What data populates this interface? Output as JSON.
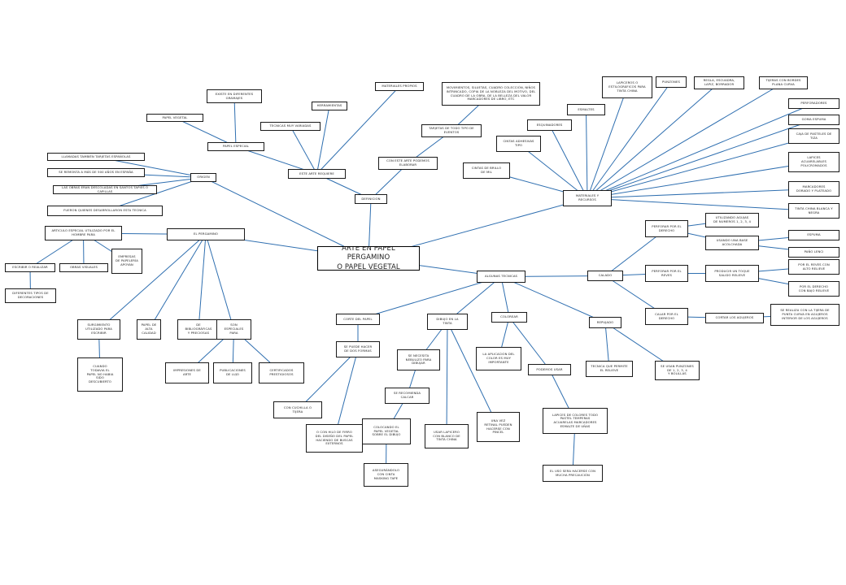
{
  "colors": {
    "link": "#2f6fb0",
    "border": "#1a1a1a",
    "background": "#ffffff"
  },
  "nodes": [
    {
      "id": "root",
      "label": "ARTE EN PAPEL PERGAMINO\nO PAPEL VEGETAL"
    },
    {
      "id": "origen",
      "label": "ORIGEN"
    },
    {
      "id": "o1",
      "label": "LLAMADAS TAMBIÉN TARJETAS ESPAÑOLAS"
    },
    {
      "id": "o2",
      "label": "SE REMONTA A MÁS DE 500 AÑOS EN ESPAÑA"
    },
    {
      "id": "o3",
      "label": "LAS OBRAS ERAN DESCOLADAS EN SANTOS TAPIES O CAPILLAS"
    },
    {
      "id": "o4",
      "label": "FUERON QUIENES DESARROLLARON ESTA TECNICA"
    },
    {
      "id": "papel_esp",
      "label": "PAPEL ESPECIAL"
    },
    {
      "id": "pe1",
      "label": "EXISTE EN DIFERENTES GRAMAJES"
    },
    {
      "id": "pe2",
      "label": "PAPEL VEGETAL"
    },
    {
      "id": "arte_req",
      "label": "ESTE ARTE REQUIERE"
    },
    {
      "id": "herram",
      "label": "HERRAMIENTAS"
    },
    {
      "id": "tecnicas",
      "label": "TECNICAS MUY VARIADAS"
    },
    {
      "id": "materiales_prop",
      "label": "MATERIALES PROPIOS"
    },
    {
      "id": "definicion",
      "label": "DEFINICION"
    },
    {
      "id": "d1",
      "label": "CON ESTE ARTE PODEMOS ELABORAR"
    },
    {
      "id": "d2",
      "label": "TARJETAS DE TODO TIPO DE EVENTOS"
    },
    {
      "id": "d3",
      "label": "MOVIMIENTOS, SILUETAS, CUADRO COLECCIÓN, NIÑOS\nINTRINCADO, COPIA DE LA NOBLEZA DEL MOTIVO, DEL\nCUADRO DE LA OBRA, DE LA BELLEZA DEL VALOR\nMARCADORES DE LIBRO, ETC"
    },
    {
      "id": "pergamino",
      "label": "EL PERGAMINO"
    },
    {
      "id": "p_art",
      "label": "ARTICULO ESPECIAL UTILIZADO POR EL\nHOMBRE PARA"
    },
    {
      "id": "p_escribir",
      "label": "ESCRIBIR O REALIZAR"
    },
    {
      "id": "p_obras",
      "label": "OBRAS VISUALES"
    },
    {
      "id": "p_dif",
      "label": "DIFERENTES TIPOS DE\nDECORACIONES"
    },
    {
      "id": "p_empresas",
      "label": "EMPRESAS\nDE PAPELERÍA\nAPOYAN"
    },
    {
      "id": "p_surgimiento",
      "label": "SURGIMIENTO\nUTILIZADO PARA\nESCRIBIR"
    },
    {
      "id": "p_cuando",
      "label": "CUANDO\nTODAVIA EL\nPAPEL NO HABIA\nSIDO\nDESCUBIERTO"
    },
    {
      "id": "p_papel_alta",
      "label": "PAPEL DE\nALTA\nCALIDAD"
    },
    {
      "id": "p_bibliograficas",
      "label": "DE\nBIBLIOGRÁFICAS\nY PRECIOSAS"
    },
    {
      "id": "p_especiales",
      "label": "SON\nESPECIALES\nPARA"
    },
    {
      "id": "p_impresiones",
      "label": "IMPRESIONES DE\nARTE"
    },
    {
      "id": "p_publicaciones",
      "label": "PUBLICACIONES\nDE LUJO"
    },
    {
      "id": "p_certificados",
      "label": "CERTIFICADOS\nPRESTIGIOSOS"
    },
    {
      "id": "mat_rec",
      "label": "MATERIALES Y\nRECURSOS"
    },
    {
      "id": "m_esquinadores",
      "label": "ESQUINADORES"
    },
    {
      "id": "m_esmaltes",
      "label": "ESMALTES"
    },
    {
      "id": "m_lapiceros",
      "label": "LAPICEROS O\nESTILOGRÁFICOS PARA\nTINTA CHINA"
    },
    {
      "id": "m_punzones",
      "label": "PUNZONES"
    },
    {
      "id": "m_regla",
      "label": "REGLA, ESCUADRA,\nLAPIZ, BORRADOR"
    },
    {
      "id": "m_tijeras",
      "label": "TIJERAS CON BORDES\nPLANA CURVA"
    },
    {
      "id": "m_perforadores",
      "label": "PERFORADORES"
    },
    {
      "id": "m_gomafoam",
      "label": "GOMA ESPUMA"
    },
    {
      "id": "m_cajas",
      "label": "CAJA DE PASTELES DE\nTIZA"
    },
    {
      "id": "m_lapices_acu",
      "label": "LAPICES\nACUARELABLES\nPOLICROMADOS"
    },
    {
      "id": "m_marcadores",
      "label": "MARCADORES\nDORADO Y PLATEADO"
    },
    {
      "id": "m_tinta",
      "label": "TINTA CHINA BLANCA Y\nNEGRA"
    },
    {
      "id": "m_cintas",
      "label": "CINTAS ADHESIVAS\nTIPO"
    },
    {
      "id": "m_cintas2",
      "label": "CINTAS DE BRILLO\nDE MIL"
    },
    {
      "id": "algunas",
      "label": "ALGUNAS TECNICAS"
    },
    {
      "id": "calado",
      "label": "CALADO"
    },
    {
      "id": "c1",
      "label": "PERFORAR POR EL\nDERECHO"
    },
    {
      "id": "c1a",
      "label": "UTILIZANDO AGUJAS\nDE NUMEROS 1, 2, 3, 4"
    },
    {
      "id": "c1b",
      "label": "USANDO UNA BASE\nACOLCHADA"
    },
    {
      "id": "c1b1",
      "label": "ESPUMA"
    },
    {
      "id": "c1b2",
      "label": "PAÑO LENCI"
    },
    {
      "id": "c2",
      "label": "PERFORAR POR EL\nREVES"
    },
    {
      "id": "c2a",
      "label": "PRODUCIR UN TOQUE\nSALIDO RELIEVE"
    },
    {
      "id": "c2a1",
      "label": "POR EL REVES CON\nALTO RELIEVE"
    },
    {
      "id": "c2a2",
      "label": "POR EL DERECHO\nCON BAJO RELIEVE"
    },
    {
      "id": "c3",
      "label": "CALAR POR EL\nDERECHO"
    },
    {
      "id": "c3a",
      "label": "CORTAR LOS AGUJEROS"
    },
    {
      "id": "c3b",
      "label": "SE REALIZA CON LA TIJERA DE\nPUNTA CURVA EN AGUJEROS\nINTERIOR DE LOS AGUJEROS"
    },
    {
      "id": "corte",
      "label": "CORTE DEL PAPEL"
    },
    {
      "id": "corte1",
      "label": "SE PUEDE HACER\nDE DOS FORMAS"
    },
    {
      "id": "corte2",
      "label": "CON CUCHILLA O\nTIJERA"
    },
    {
      "id": "corte3",
      "label": "O CON HILO DE FIRRO\nDEL DISEÑO DEL PAPEL\nHACIENDO DE BUSCAS\nEXTERNOS"
    },
    {
      "id": "dibujo",
      "label": "DIBUJO EN LA\nTINTA"
    },
    {
      "id": "dib1",
      "label": "SE NECESITA\nNEBULIZO PARA\nDIBUJAR"
    },
    {
      "id": "dib2",
      "label": "SE RECOMIENDA\nCALCAR"
    },
    {
      "id": "dib3",
      "label": "COLOCANDO EL\nPAPEL VEGETAL\nSOBRE EL DIBUJO"
    },
    {
      "id": "dib4",
      "label": "ASEGURÁNDOLO\nCON CINTA\nMASKING TAPE"
    },
    {
      "id": "dib5",
      "label": "USAR LAPICERO\nCON BLANCO DE\nTINTA CHINA"
    },
    {
      "id": "dib6",
      "label": "UNA VEZ\nRETINAL PUEDEN\nHACERSE CON\nPINCEL"
    },
    {
      "id": "colorear",
      "label": "COLOREAR"
    },
    {
      "id": "col1",
      "label": "LA APLICACION DEL\nCOLOR ES MUY\nIMPORTANTE"
    },
    {
      "id": "col2",
      "label": "PODEMOS USAR"
    },
    {
      "id": "col3",
      "label": "LAPICES DE COLORES TODO\nPASTEL TEMPERAS\nACUARELAS MARCADORES\nESMALTE DE UÑAS"
    },
    {
      "id": "col4",
      "label": "EL USO SERA HACERSE CON\nMUCHA PRECAUCIÓN"
    },
    {
      "id": "repujado",
      "label": "REPUJADO"
    },
    {
      "id": "rep1",
      "label": "TECNICA QUE PERMITE\nEL RELIEVE"
    },
    {
      "id": "rep2",
      "label": "SE USAN PUNZONES\nDE 1, 2, 3, 4\nY BOLILLAS"
    }
  ]
}
